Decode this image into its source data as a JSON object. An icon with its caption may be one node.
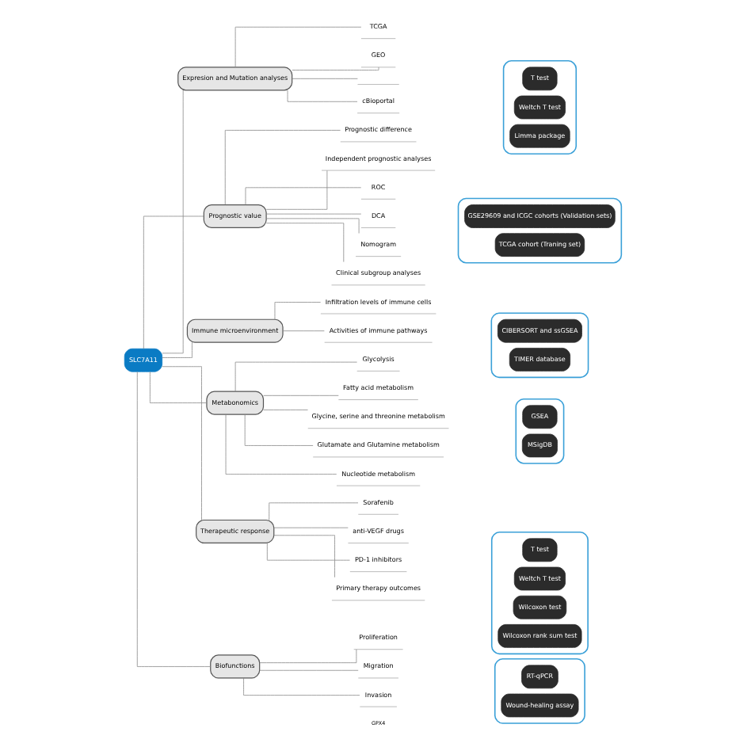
{
  "diagram": {
    "nodes": [
      {
        "text": [
          "SLC7A11"
        ]
      },
      {
        "text": [
          "Expresion and Mutation analyses"
        ]
      },
      {
        "text": [
          "TCGA"
        ]
      },
      {
        "text": [
          "GEO"
        ]
      },
      {
        "text": [],
        "shape": "box"
      },
      {
        "text": [
          "cBioportal"
        ]
      },
      {
        "text": [
          "Prognostic value"
        ]
      },
      {
        "text": [
          "Prognostic difference"
        ]
      },
      {
        "text": [
          "Independent prognostic analyses"
        ]
      },
      {
        "text": [
          "ROC"
        ]
      },
      {
        "text": [
          "DCA"
        ]
      },
      {
        "text": [
          "Nomogram"
        ]
      },
      {
        "text": [
          "Clinical subgroup analyses"
        ]
      },
      {
        "text": [
          "Immune microenvironment"
        ]
      },
      {
        "text": [
          "Infiltration levels of immune cells"
        ]
      },
      {
        "text": [
          "Activities of immune pathways"
        ]
      },
      {
        "text": [
          "Metabonomics"
        ]
      },
      {
        "text": [
          "Glycolysis"
        ]
      },
      {
        "text": [
          "Fatty acid metabolism"
        ]
      },
      {
        "text": [
          "Glycine, serine and threonine metabolism"
        ]
      },
      {
        "text": [
          "Glutamate and Glutamine metabolism"
        ]
      },
      {
        "text": [
          "Nucleotide metabolism"
        ]
      },
      {
        "text": [
          "Therapeutic response"
        ]
      },
      {
        "text": [
          "Sorafenib"
        ]
      },
      {
        "text": [
          "anti-VEGF drugs"
        ]
      },
      {
        "text": [
          "PD-1 inhibitors"
        ]
      },
      {
        "text": [
          "Primary therapy outcomes"
        ]
      },
      {
        "text": [
          "Biofunctions"
        ]
      },
      {
        "text": [
          "Proliferation"
        ]
      },
      {
        "text": [
          "Migration"
        ]
      },
      {
        "text": [
          "Invasion"
        ]
      },
      {
        "text": [],
        "shape": "box"
      },
      {
        "text": [
          "T test"
        ],
        "in": 31
      },
      {
        "text": [
          "Weltch T test"
        ],
        "in": 31
      },
      {
        "text": [
          "Limma package"
        ],
        "in": 31
      },
      {
        "text": [],
        "shape": "box"
      },
      {
        "text": [
          "GSE29609 and ICGC cohorts (Validation sets)"
        ],
        "in": 35
      },
      {
        "text": [
          "TCGA cohort (Traning set)"
        ],
        "in": 35
      },
      {
        "text": [],
        "shape": "box"
      },
      {
        "text": [
          "CIBERSORT and ssGSEA"
        ],
        "in": 38
      },
      {
        "text": [
          "TIMER database"
        ],
        "in": 38
      },
      {
        "text": [],
        "shape": "box"
      },
      {
        "text": [
          "GSEA"
        ],
        "in": 41
      },
      {
        "text": [
          "MSigDB"
        ],
        "in": 41
      },
      {
        "text": [],
        "shape": "box"
      },
      {
        "text": [
          "T test"
        ],
        "in": 44
      },
      {
        "text": [
          "Weltch T test"
        ],
        "in": 44
      },
      {
        "text": [
          "Wilcoxon test"
        ],
        "in": 44
      },
      {
        "text": [
          "Wilcoxon rank sum test"
        ],
        "in": 44
      },
      {
        "text": [],
        "shape": "box"
      },
      {
        "text": [
          "RT-qPCR"
        ],
        "in": 49
      },
      {
        "text": [
          "Wound-healing assay"
        ],
        "in": 49
      }
    ],
    "edges": [
      {
        "from": 0,
        "to": 1,
        "arrow": "none"
      },
      {
        "from": 0,
        "to": 6,
        "arrow": "none"
      },
      {
        "from": 0,
        "to": 13,
        "arrow": "none"
      },
      {
        "from": 0,
        "to": 16,
        "arrow": "none"
      },
      {
        "from": 0,
        "to": 22,
        "arrow": "none"
      },
      {
        "from": 0,
        "to": 27,
        "arrow": "none"
      },
      {
        "from": 1,
        "to": 2,
        "arrow": "none"
      },
      {
        "from": 1,
        "to": 3,
        "arrow": "none"
      },
      {
        "from": 1,
        "to": 4,
        "arrow": "none"
      },
      {
        "from": 1,
        "to": 5,
        "arrow": "none"
      },
      {
        "from": 6,
        "to": 7,
        "arrow": "none"
      },
      {
        "from": 6,
        "to": 8,
        "arrow": "none"
      },
      {
        "from": 6,
        "to": 9,
        "arrow": "none"
      },
      {
        "from": 6,
        "to": 10,
        "arrow": "none"
      },
      {
        "from": 6,
        "to": 11,
        "arrow": "none"
      },
      {
        "from": 6,
        "to": 12,
        "arrow": "none"
      },
      {
        "from": 13,
        "to": 14,
        "arrow": "none"
      },
      {
        "from": 13,
        "to": 15,
        "arrow": "none"
      },
      {
        "from": 16,
        "to": 17,
        "arrow": "none"
      },
      {
        "from": 16,
        "to": 18,
        "arrow": "none"
      },
      {
        "from": 16,
        "to": 19,
        "arrow": "none"
      },
      {
        "from": 16,
        "to": 20,
        "arrow": "none"
      },
      {
        "from": 16,
        "to": 21,
        "arrow": "none"
      },
      {
        "from": 22,
        "to": 23,
        "arrow": "none"
      },
      {
        "from": 22,
        "to": 24,
        "arrow": "none"
      },
      {
        "from": 22,
        "to": 25,
        "arrow": "none"
      },
      {
        "from": 22,
        "to": 26,
        "arrow": "none"
      },
      {
        "from": 27,
        "to": 28,
        "arrow": "none"
      },
      {
        "from": 27,
        "to": 29,
        "arrow": "none"
      },
      {
        "from": 27,
        "to": 30,
        "arrow": "none"
      }
    ],
    "labels": [
      "GPX4"
    ]
  }
}
